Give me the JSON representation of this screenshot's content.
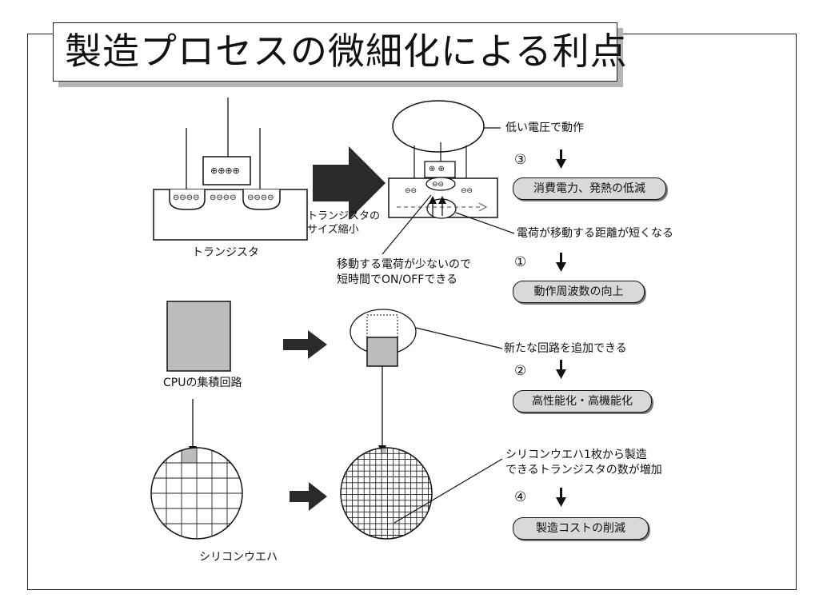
{
  "title": "製造プロセスの微細化による利点",
  "left_labels": {
    "transistor": "トランジスタ",
    "cpu": "CPUの集積回路",
    "wafer": "シリコンウエハ"
  },
  "arrow_label": [
    "トランジスタの",
    "サイズ縮小"
  ],
  "middle_note": [
    "移動する電荷が少ないので",
    "短時間でON/OFFできる"
  ],
  "charges": {
    "plus_large": "⊕⊕⊕⊕",
    "minus_group": "⊖⊖⊖⊖",
    "plus_small": "⊕ ⊕",
    "minus_small": "⊖⊖"
  },
  "benefits": [
    {
      "cause": "低い電圧で動作",
      "number": "③",
      "result": "消費電力、発熱の低減"
    },
    {
      "cause": "電荷が移動する距離が短くなる",
      "number": "①",
      "result": "動作周波数の向上"
    },
    {
      "cause": "新たな回路を追加できる",
      "number": "②",
      "result": "高性能化・高機能化"
    },
    {
      "cause_lines": [
        "シリコンウエハ1枚から製造",
        "できるトランジスタの数が増加"
      ],
      "number": "④",
      "result": "製造コストの削減"
    }
  ],
  "colors": {
    "fill_gray": "#bdbdbd",
    "pill_gray": "#d9d9d9",
    "line": "#111111",
    "arrow": "#2a2a2a"
  }
}
